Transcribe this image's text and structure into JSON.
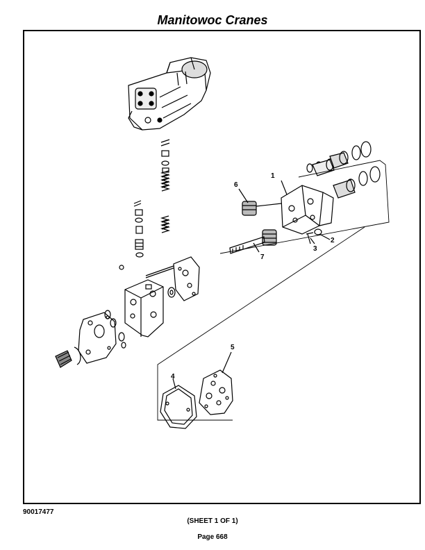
{
  "header": {
    "title": "Manitowoc Cranes"
  },
  "diagram": {
    "callouts": [
      "1",
      "2",
      "3",
      "4",
      "5",
      "6",
      "7"
    ]
  },
  "footer": {
    "doc_number": "90017477",
    "sheet": "(SHEET 1 OF 1)",
    "page": "Page 668"
  }
}
